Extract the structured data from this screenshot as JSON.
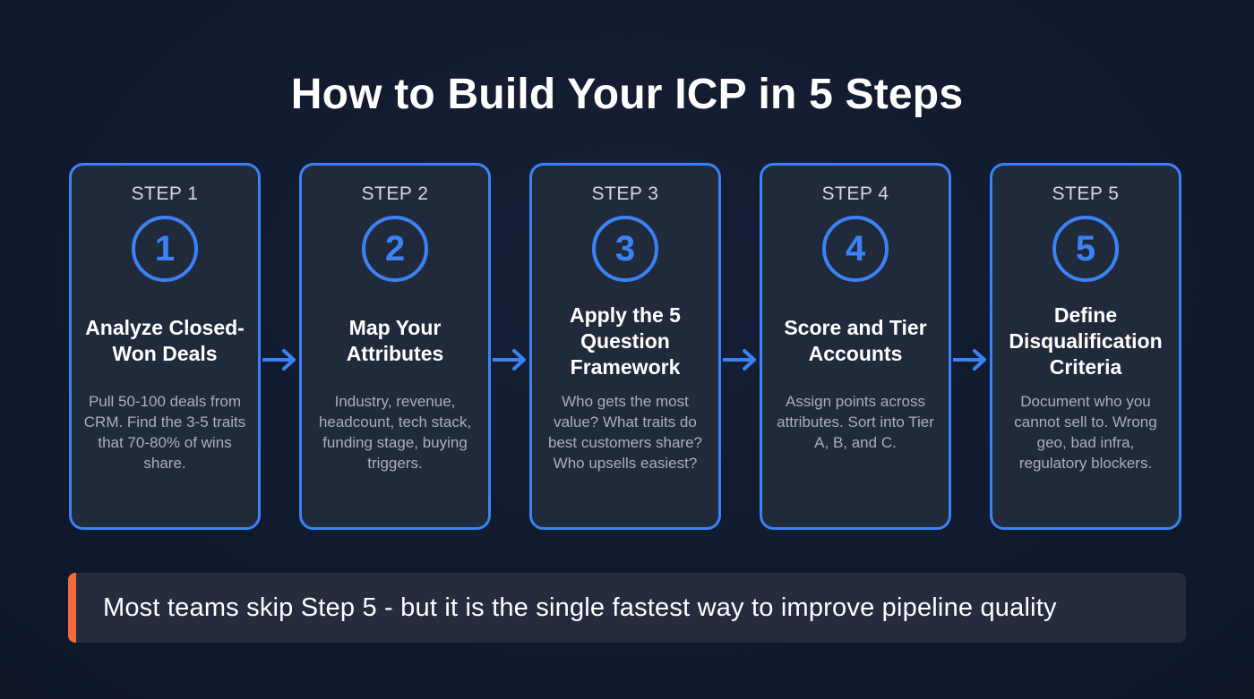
{
  "title": "How to Build Your ICP in 5 Steps",
  "colors": {
    "background": "#111a2e",
    "card_background": "#212a3b",
    "accent_blue": "#3b82f6",
    "callout_accent": "#f26b3a",
    "heading_text": "#ffffff",
    "body_text": "#a9b0bc"
  },
  "steps": [
    {
      "label": "STEP 1",
      "number": "1",
      "heading": "Analyze Closed-Won Deals",
      "description": "Pull 50-100 deals from CRM. Find the 3-5 traits that 70-80% of wins share."
    },
    {
      "label": "STEP 2",
      "number": "2",
      "heading": "Map Your Attributes",
      "description": "Industry, revenue, headcount, tech stack, funding stage, buying triggers."
    },
    {
      "label": "STEP 3",
      "number": "3",
      "heading": "Apply the 5 Question Framework",
      "description": "Who gets the most value? What traits do best customers share? Who upsells easiest?"
    },
    {
      "label": "STEP 4",
      "number": "4",
      "heading": "Score and Tier Accounts",
      "description": "Assign points across attributes. Sort into Tier A, B, and C."
    },
    {
      "label": "STEP 5",
      "number": "5",
      "heading": "Define Disqualification Criteria",
      "description": "Document who you cannot sell to. Wrong geo, bad infra, regulatory blockers."
    }
  ],
  "connectors": [
    "arrow-right-icon",
    "arrow-right-icon",
    "arrow-right-icon",
    "arrow-right-icon"
  ],
  "callout": {
    "text": "Most teams skip Step 5 - but it is the single fastest way to improve pipeline quality"
  }
}
